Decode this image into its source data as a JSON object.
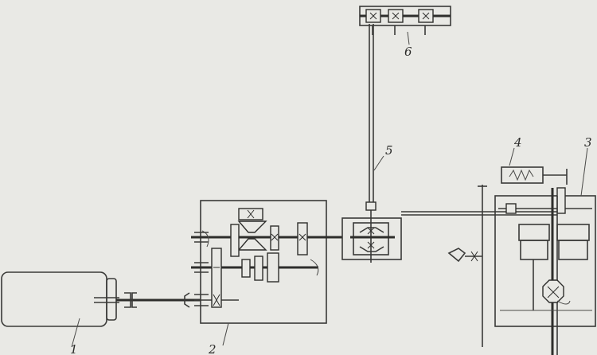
{
  "labels": {
    "motor": "1",
    "gearbox": "2",
    "assembly_right": "3",
    "spring_unit": "4",
    "vertical_shaft": "5",
    "top_gear_box": "6"
  },
  "colors": {
    "paper": "#e9e9e5",
    "ink": "#2e2e2c"
  }
}
